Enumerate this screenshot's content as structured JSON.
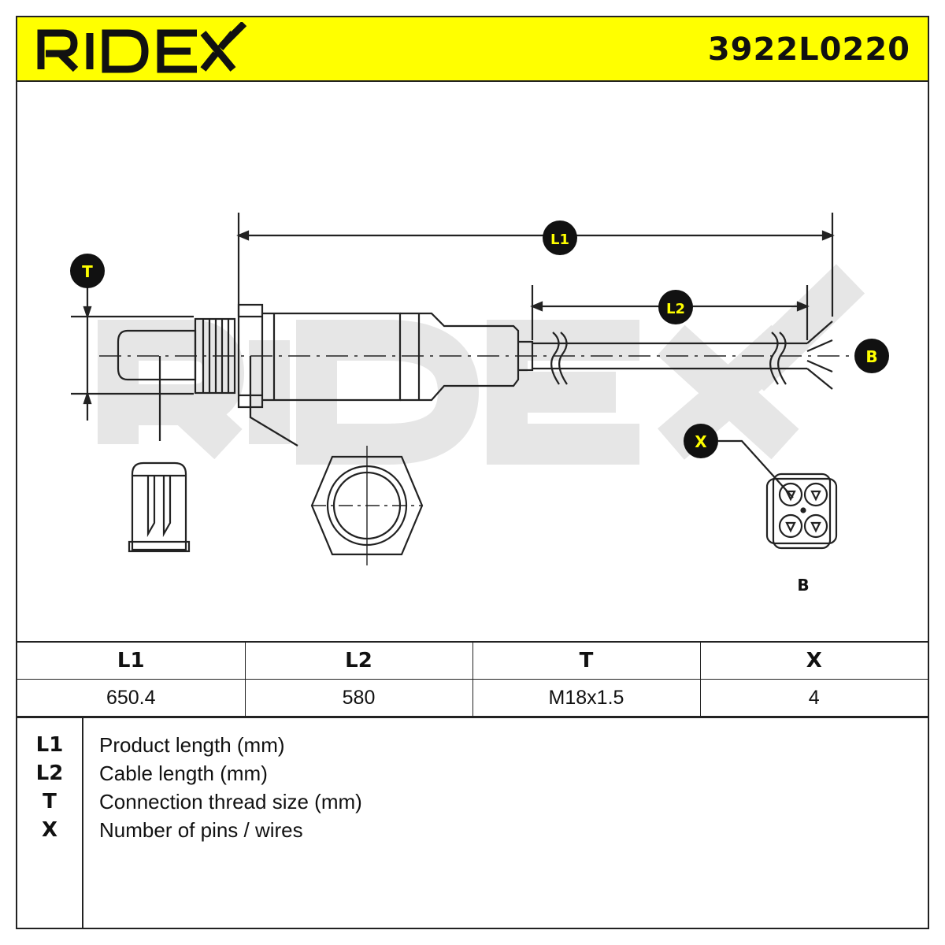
{
  "header": {
    "brand": "RIDEX",
    "part_number": "3922L0220"
  },
  "drawing": {
    "callouts": {
      "t": "T",
      "l1": "L1",
      "l2": "L2",
      "b": "B",
      "x": "X"
    },
    "connector_label": "B"
  },
  "spec_table": {
    "headers": [
      "L1",
      "L2",
      "T",
      "X"
    ],
    "values": [
      "650.4",
      "580",
      "M18x1.5",
      "4"
    ]
  },
  "legend": [
    {
      "code": "L1",
      "text": "Product length (mm)"
    },
    {
      "code": "L2",
      "text": "Cable length (mm)"
    },
    {
      "code": "T",
      "text": "Connection thread size (mm)"
    },
    {
      "code": "X",
      "text": "Number of pins / wires"
    }
  ],
  "colors": {
    "header_bg": "#ffff00",
    "callout_fill": "#111111",
    "callout_text": "#ffff00",
    "watermark": "#e6e6e6"
  }
}
